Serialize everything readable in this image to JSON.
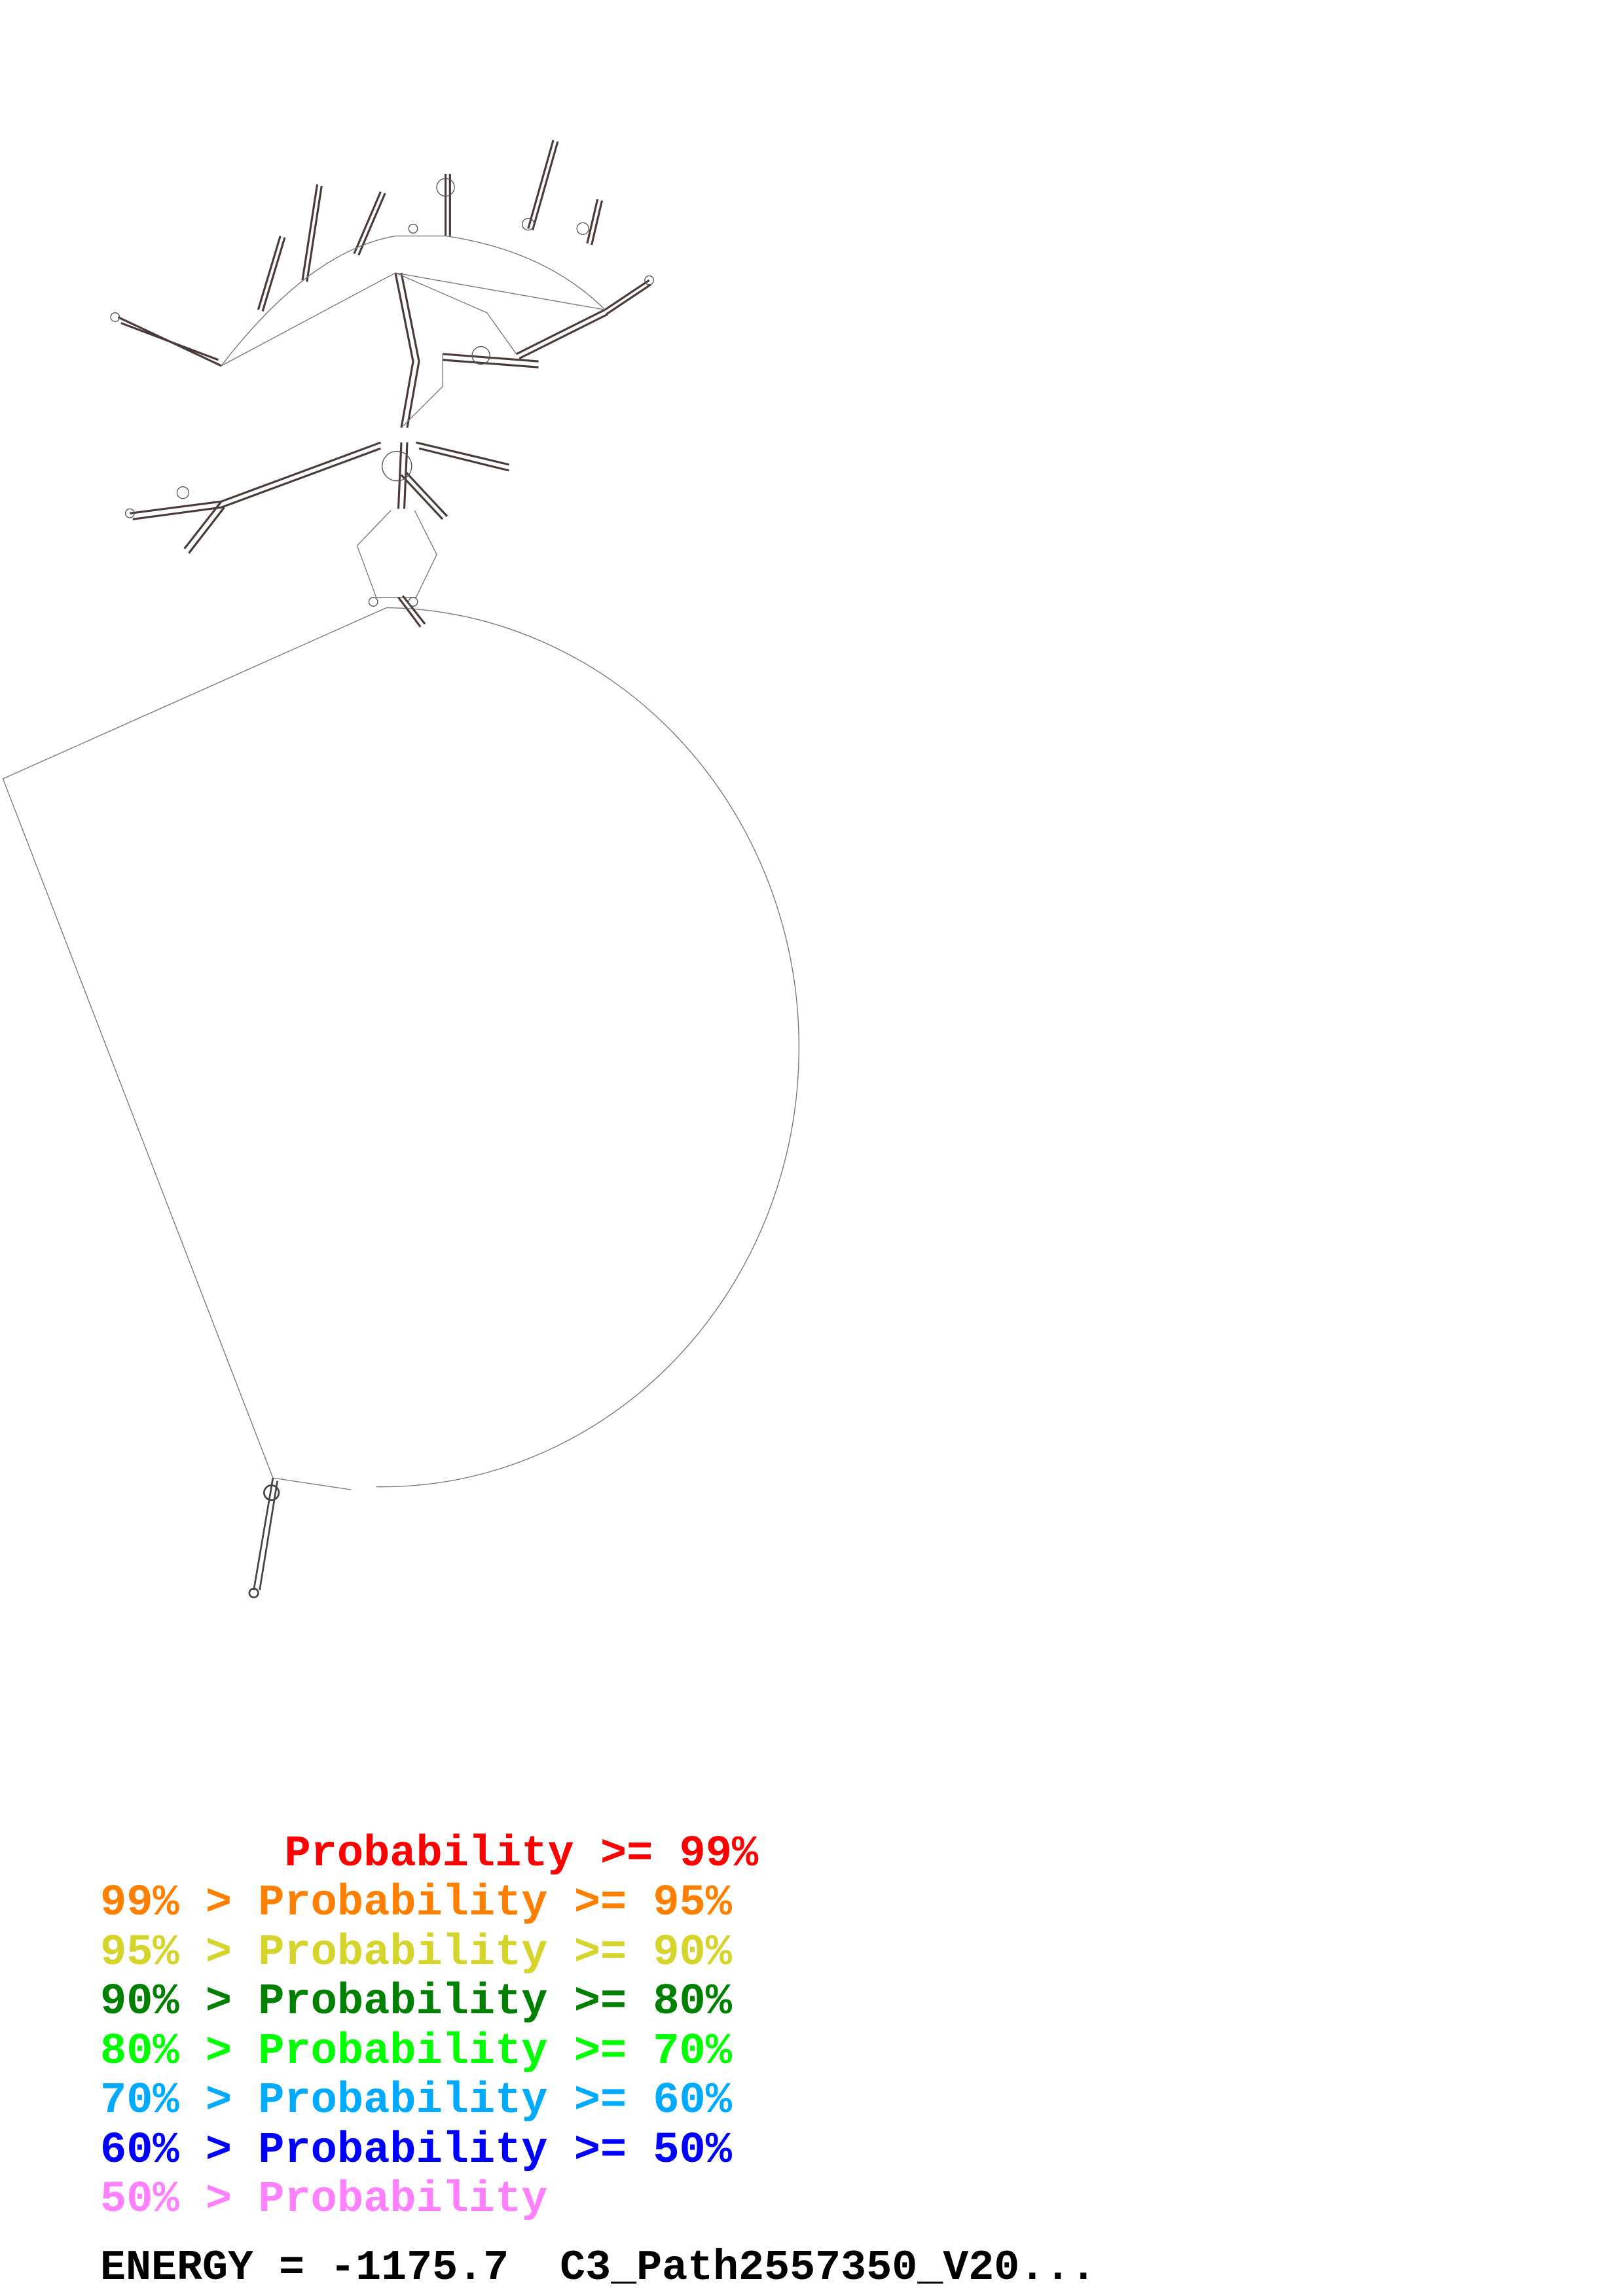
{
  "legend": {
    "title": "Base-pair probability color key",
    "rows": [
      {
        "text": "       Probability >= 99%",
        "color": "#ff0000"
      },
      {
        "text": "99% > Probability >= 95%",
        "color": "#ff8000"
      },
      {
        "text": "95% > Probability >= 90%",
        "color": "#d4d42a"
      },
      {
        "text": "90% > Probability >= 80%",
        "color": "#008000"
      },
      {
        "text": "80% > Probability >= 70%",
        "color": "#00ff00"
      },
      {
        "text": "70% > Probability >= 60%",
        "color": "#00aaff"
      },
      {
        "text": "60% > Probability >= 50%",
        "color": "#0000ff"
      },
      {
        "text": "50% > Probability",
        "color": "#ff80ff"
      }
    ]
  },
  "footer": {
    "energy_label": "ENERGY = -1175.7  C3_Path2557350_V20..."
  }
}
